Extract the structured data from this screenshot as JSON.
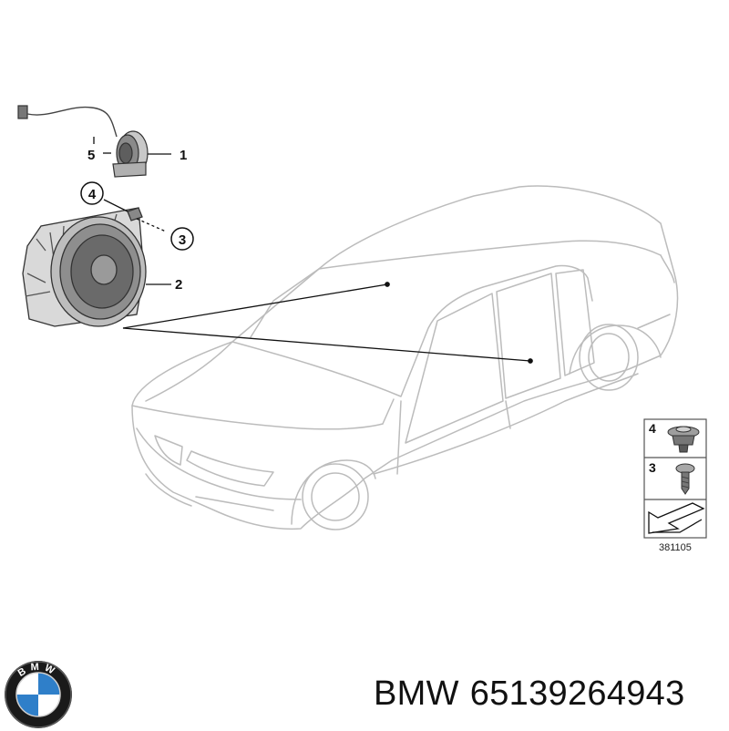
{
  "diagram": {
    "callouts": [
      "1",
      "2",
      "3",
      "4",
      "5"
    ],
    "legend": {
      "items": [
        {
          "number": "4",
          "part": "clip-nut-icon"
        },
        {
          "number": "3",
          "part": "screw-icon"
        }
      ],
      "direction_icon": "arrow-to-front-icon",
      "drawing_code": "381105"
    },
    "vehicle_icon": "sedan-outline-icon",
    "speaker_icon": "midrange-speaker-icon",
    "tweeter_icon": "tweeter-icon"
  },
  "logo": {
    "text": "BMW",
    "colors": {
      "ring": "#1a1a1a",
      "blue": "#2f7fc9",
      "white": "#ffffff"
    }
  },
  "caption": {
    "brand": "BMW",
    "part_number": "65139264943"
  }
}
